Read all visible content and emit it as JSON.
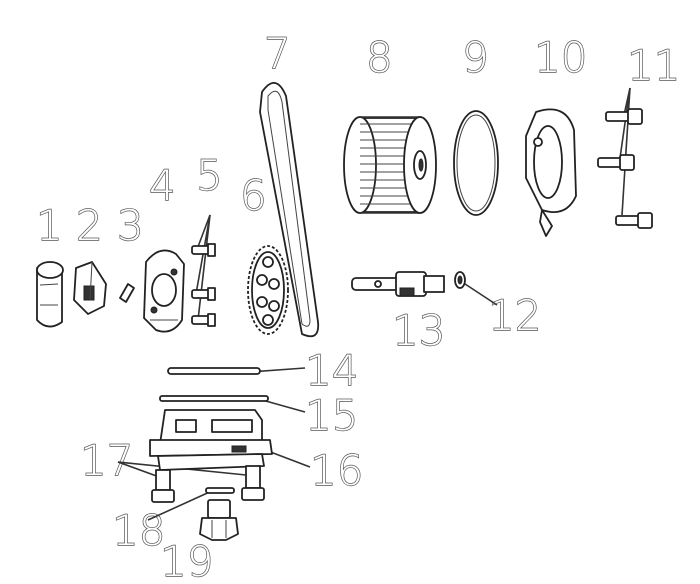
{
  "labels": [
    "1",
    "2",
    "3",
    "4",
    "5",
    "6",
    "7",
    "8",
    "9",
    "10",
    "11",
    "12",
    "13",
    "14",
    "15",
    "16",
    "17",
    "18",
    "19"
  ],
  "colors": {
    "line": "#222222",
    "label_outline": "#555555",
    "accent_pin": "#d9a441",
    "background": "#ffffff"
  }
}
